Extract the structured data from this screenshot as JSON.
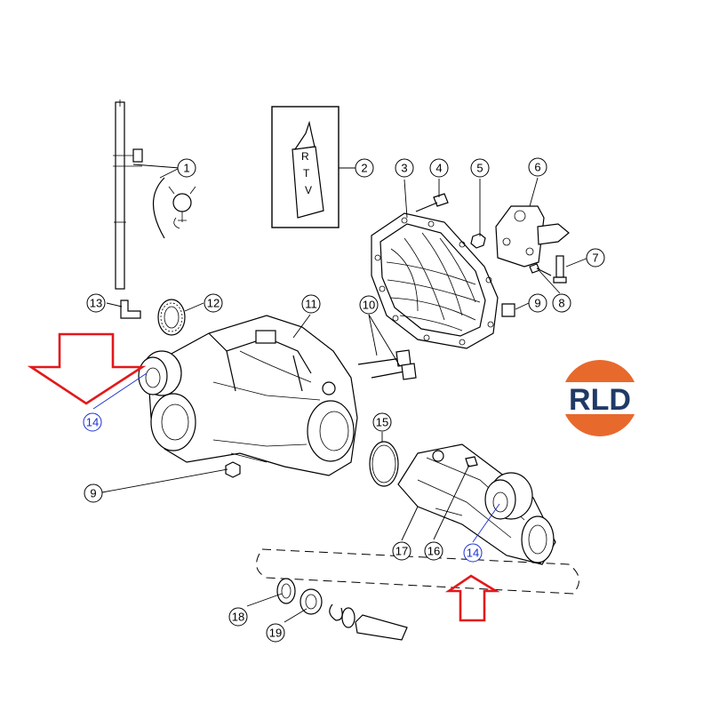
{
  "callouts": [
    {
      "id": "c1",
      "label": "1"
    },
    {
      "id": "c2",
      "label": "2"
    },
    {
      "id": "c3",
      "label": "3"
    },
    {
      "id": "c4",
      "label": "4"
    },
    {
      "id": "c5",
      "label": "5"
    },
    {
      "id": "c6",
      "label": "6"
    },
    {
      "id": "c7",
      "label": "7"
    },
    {
      "id": "c8",
      "label": "8"
    },
    {
      "id": "c9a",
      "label": "9"
    },
    {
      "id": "c9b",
      "label": "9"
    },
    {
      "id": "c10",
      "label": "10"
    },
    {
      "id": "c11",
      "label": "11"
    },
    {
      "id": "c12",
      "label": "12"
    },
    {
      "id": "c13",
      "label": "13"
    },
    {
      "id": "c14a",
      "label": "14"
    },
    {
      "id": "c14b",
      "label": "14"
    },
    {
      "id": "c15",
      "label": "15"
    },
    {
      "id": "c16",
      "label": "16"
    },
    {
      "id": "c17",
      "label": "17"
    },
    {
      "id": "c18",
      "label": "18"
    },
    {
      "id": "c19",
      "label": "19"
    }
  ],
  "rtv_letters": [
    "R",
    "T",
    "V"
  ],
  "logo": {
    "text": "RLD",
    "ring_color": "#e8692c",
    "text_color": "#1f3a66"
  },
  "colors": {
    "arrow": "#e3181b",
    "highlight_callout": "#1a2fd0",
    "ink": "#000000"
  }
}
